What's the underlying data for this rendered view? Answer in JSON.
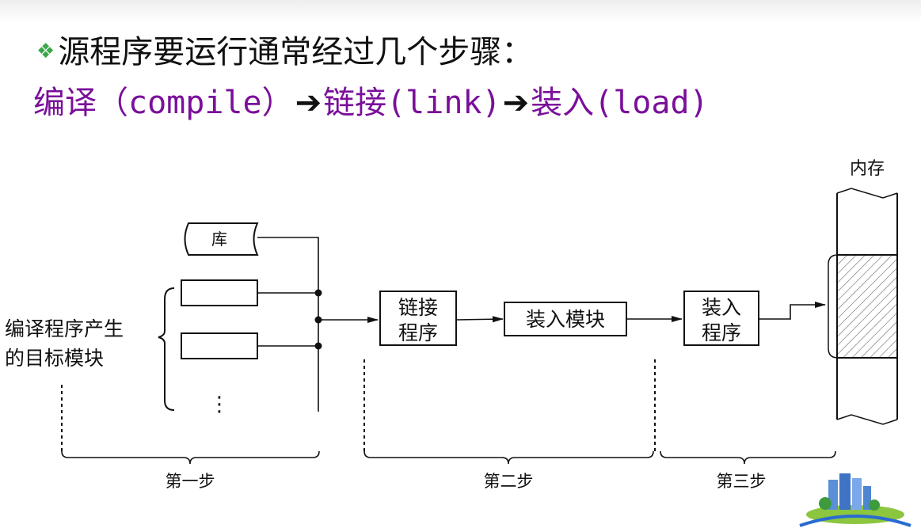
{
  "heading": {
    "bullet": "❖",
    "text": "源程序要运行通常经过几个步骤："
  },
  "steps_line": {
    "compile": "编译",
    "compile_en": "（compile）",
    "link": "链接",
    "link_en": "(link)",
    "load": "装入",
    "load_en": "(load)",
    "arrow": "➔"
  },
  "diagram": {
    "library": "库",
    "left_label_line1": "编译程序产生",
    "left_label_line2": "的目标模块",
    "ellipsis": "⋮",
    "linker_line1": "链接",
    "linker_line2": "程序",
    "load_module": "装入模块",
    "loader_line1": "装入",
    "loader_line2": "程序",
    "memory": "内存",
    "step1": "第一步",
    "step2": "第二步",
    "step3": "第三步"
  }
}
